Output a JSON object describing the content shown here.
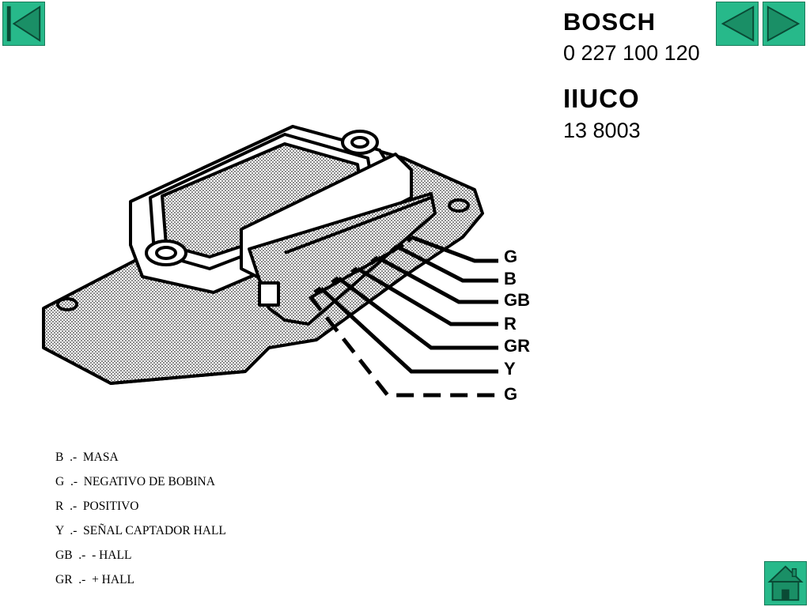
{
  "nav": {
    "first_icon": "first-slide-icon",
    "prev_icon": "prev-slide-icon",
    "next_icon": "next-slide-icon",
    "home_icon": "home-icon",
    "color": "#27b98a"
  },
  "header": {
    "brand1": "BOSCH",
    "part1": "0 227 100 120",
    "brand2": "IIUCO",
    "part2": "13 8003"
  },
  "diagram": {
    "wire_labels": [
      "G",
      "B",
      "GB",
      "R",
      "GR",
      "Y",
      "G"
    ]
  },
  "legend": {
    "items": [
      "B  .-  MASA",
      "G  .-  NEGATIVO DE BOBINA",
      "R  .-  POSITIVO",
      "Y  .-  SEÑAL CAPTADOR HALL",
      "GB  .-  - HALL",
      "GR  .-  + HALL"
    ]
  }
}
